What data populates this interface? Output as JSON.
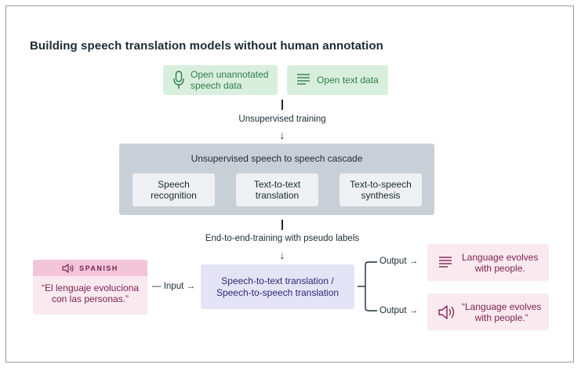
{
  "title": "Building speech translation models without human annotation",
  "sources": [
    {
      "label_line1": "Open unannotated",
      "label_line2": "speech data",
      "icon": "microphone-icon"
    },
    {
      "label": "Open text data",
      "icon": "text-lines-icon"
    }
  ],
  "step1_label": "Unsupervised training",
  "cascade": {
    "title": "Unsupervised speech to speech cascade",
    "items": [
      {
        "line1": "Speech",
        "line2": "recognition"
      },
      {
        "line1": "Text-to-text",
        "line2": "translation"
      },
      {
        "line1": "Text-to-speech",
        "line2": "synthesis"
      }
    ]
  },
  "step2_label": "End-to-end-training with pseudo labels",
  "input_card": {
    "language": "SPANISH",
    "icon": "speaker-icon",
    "quote_line1": "“El lenguaje evoluciona",
    "quote_line2": "con las personas.”"
  },
  "input_label": "Input",
  "model": {
    "line1": "Speech-to-text translation /",
    "line2": "Speech-to-speech translation"
  },
  "outputs": [
    {
      "label": "Output",
      "line1": "Language evolves",
      "line2": "with people.",
      "icon": "text-lines-icon"
    },
    {
      "label": "Output",
      "line1": "“Language evolves",
      "line2": "with people.”",
      "icon": "speaker-icon"
    }
  ],
  "colors": {
    "green_box": "#d9efde",
    "green_text": "#2e7d4a",
    "cascade_bg": "#c9cfd6",
    "cascade_item": "#eef0f3",
    "pink_bg": "#fbe9f0",
    "pink_header": "#f2c6d8",
    "pink_text": "#7a2450",
    "model_bg": "#e4e4f6",
    "model_text": "#2a2a7a"
  }
}
